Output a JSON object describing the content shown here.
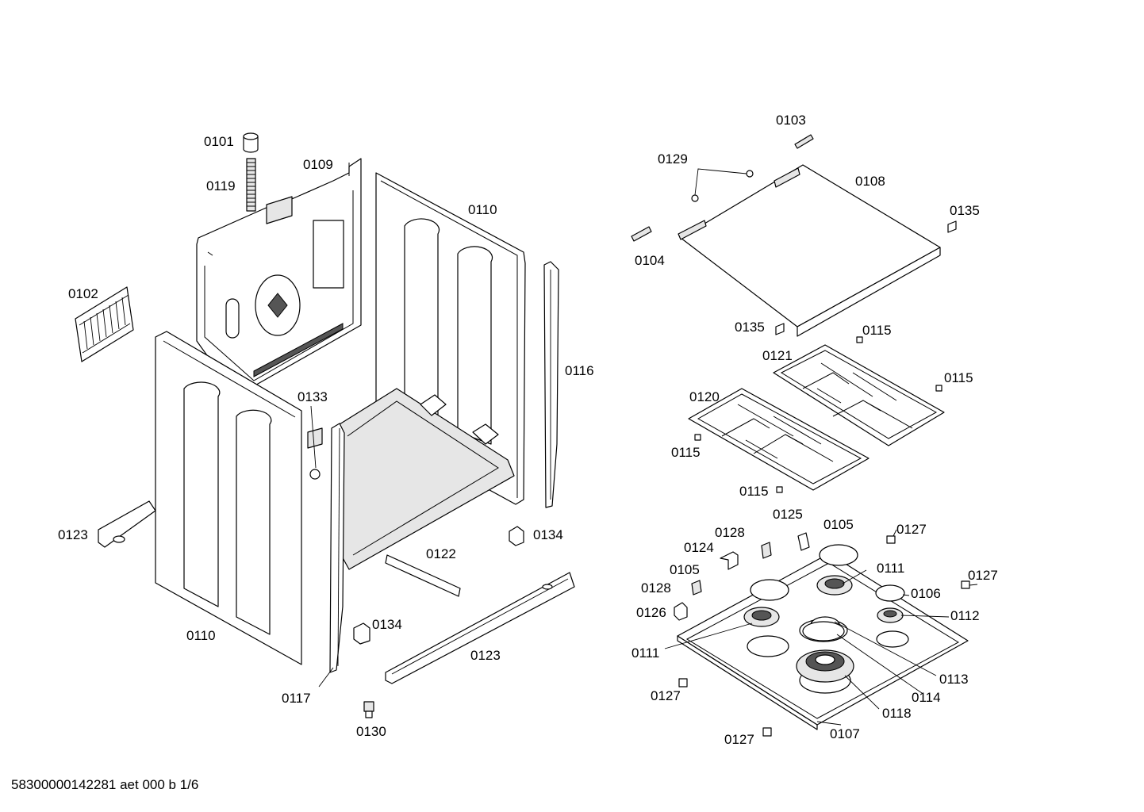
{
  "document_id": "58300000142281 aet 000 b 1/6",
  "callouts": [
    "0101",
    "0119",
    "0109",
    "0110",
    "0102",
    "0116",
    "0133",
    "0123",
    "0122",
    "0134",
    "0110",
    "0134",
    "0123",
    "0117",
    "0130",
    "0103",
    "0129",
    "0108",
    "0135",
    "0104",
    "0135",
    "0115",
    "0121",
    "0115",
    "0120",
    "0115",
    "0115",
    "0125",
    "0105",
    "0127",
    "0128",
    "0124",
    "0111",
    "0105",
    "0127",
    "0128",
    "0106",
    "0126",
    "0112",
    "0111",
    "0113",
    "0127",
    "0114",
    "0118",
    "0127",
    "0107"
  ]
}
